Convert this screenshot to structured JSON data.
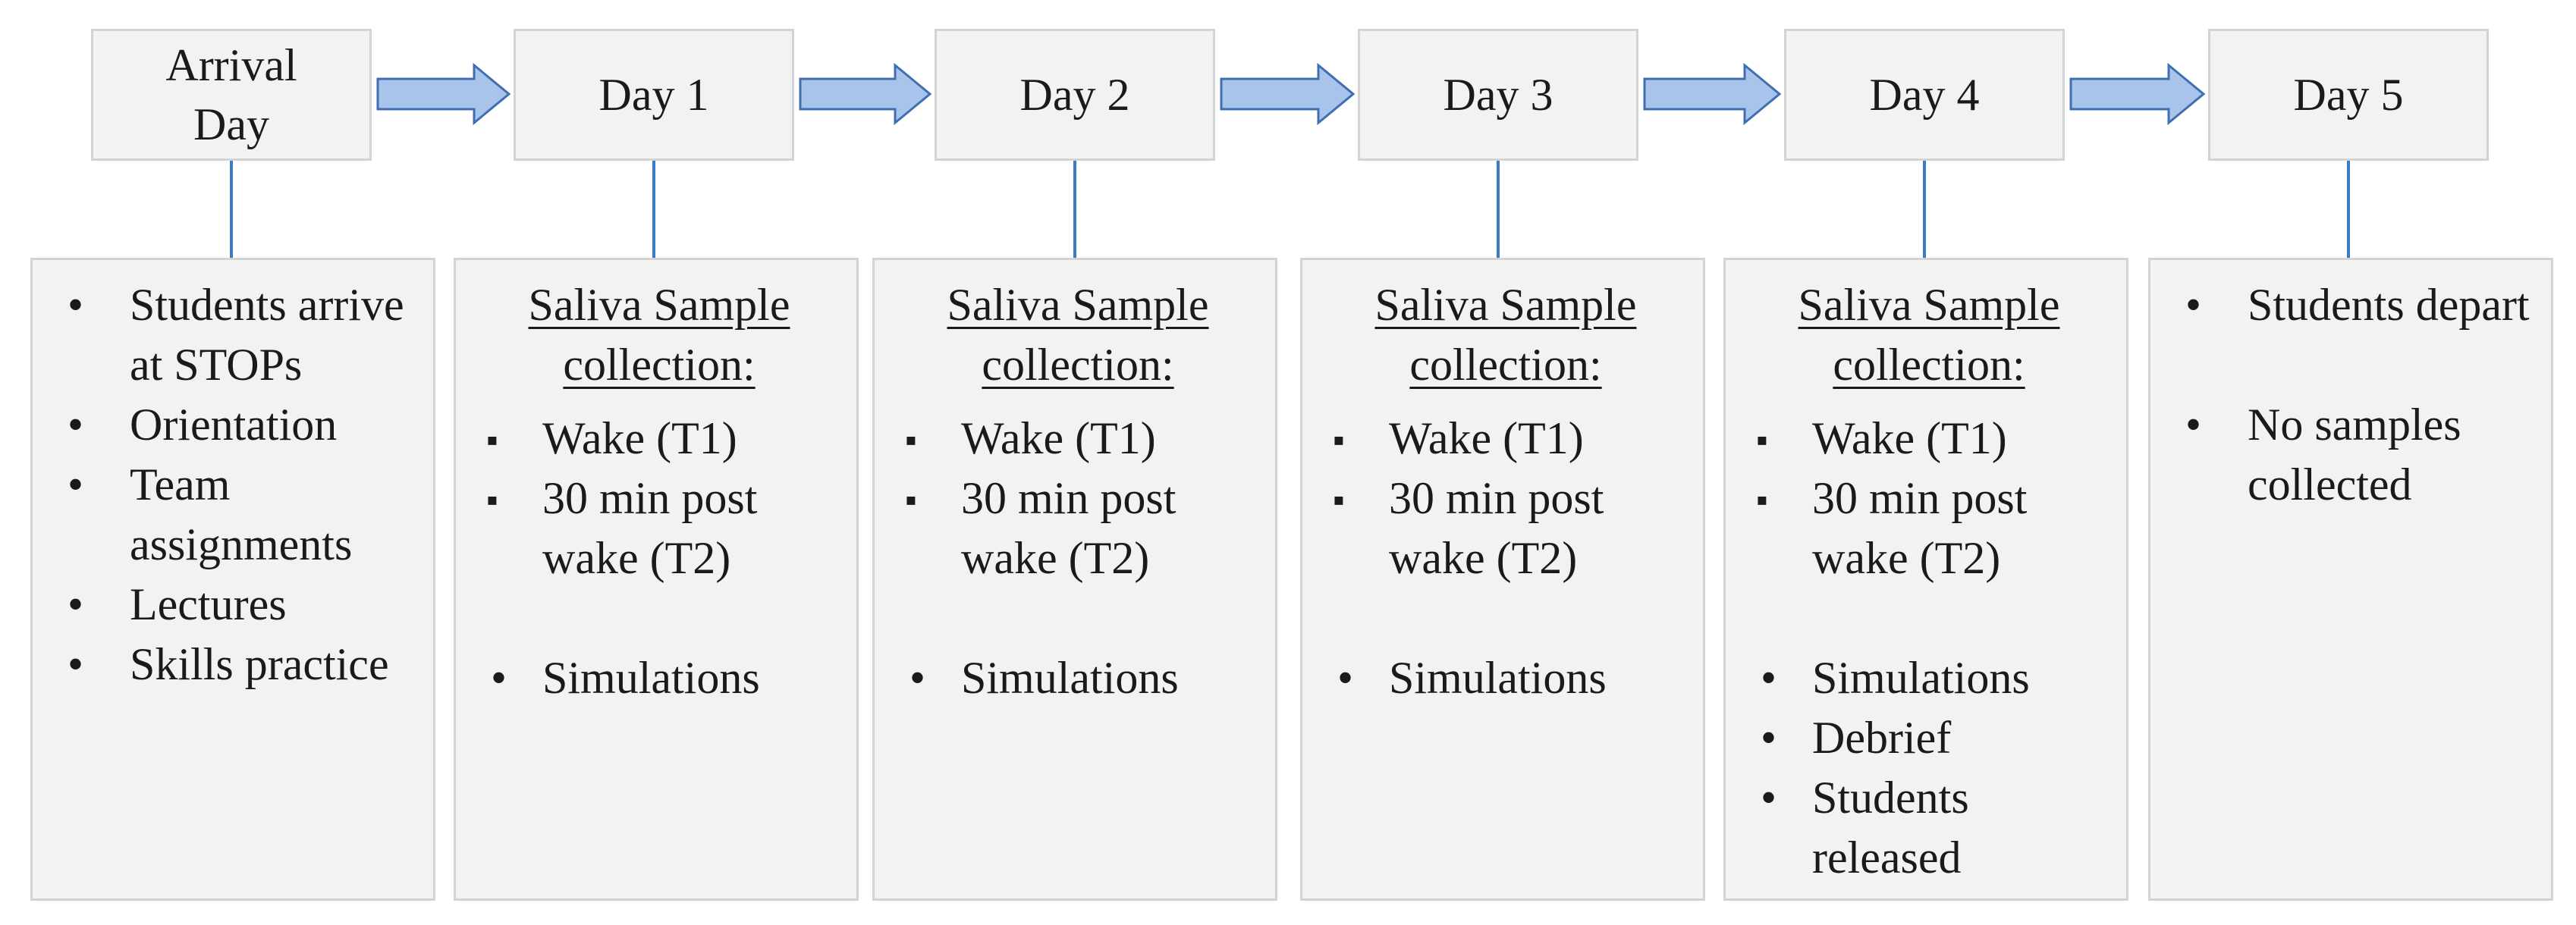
{
  "colors": {
    "box_fill": "#f2f2f2",
    "box_border": "#d3d3d3",
    "arrow_fill": "#a9c4ea",
    "arrow_stroke": "#3f6fb0",
    "connector": "#3a7bc8"
  },
  "days": [
    {
      "label": "Arrival\nDay"
    },
    {
      "label": "Day 1"
    },
    {
      "label": "Day 2"
    },
    {
      "label": "Day 3"
    },
    {
      "label": "Day 4"
    },
    {
      "label": "Day 5"
    }
  ],
  "details": [
    {
      "heading": "",
      "groups": [
        {
          "marker": "•",
          "items": [
            "Students arrive at STOPs",
            "Orientation",
            "Team assignments",
            "Lectures",
            "Skills practice"
          ]
        }
      ]
    },
    {
      "heading": "Saliva Sample collection:",
      "groups": [
        {
          "marker": "▪",
          "items": [
            "Wake (T1)",
            "30 min post wake (T2)"
          ]
        },
        {
          "marker": "•",
          "items": [
            "Simulations"
          ]
        }
      ]
    },
    {
      "heading": "Saliva Sample collection:",
      "groups": [
        {
          "marker": "▪",
          "items": [
            "Wake (T1)",
            "30 min post wake (T2)"
          ]
        },
        {
          "marker": "•",
          "items": [
            "Simulations"
          ]
        }
      ]
    },
    {
      "heading": "Saliva Sample collection:",
      "groups": [
        {
          "marker": "▪",
          "items": [
            "Wake (T1)",
            "30 min post wake (T2)"
          ]
        },
        {
          "marker": "•",
          "items": [
            "Simulations"
          ]
        }
      ]
    },
    {
      "heading": "Saliva Sample collection:",
      "groups": [
        {
          "marker": "▪",
          "items": [
            "Wake (T1)",
            "30 min post wake (T2)"
          ]
        },
        {
          "marker": "•",
          "items": [
            "Simulations",
            "Debrief",
            "Students released"
          ]
        }
      ]
    },
    {
      "heading": "",
      "groups": [
        {
          "marker": "•",
          "items": [
            "Students depart"
          ]
        },
        {
          "marker": "•",
          "items": [
            "No samples collected"
          ]
        }
      ]
    }
  ]
}
